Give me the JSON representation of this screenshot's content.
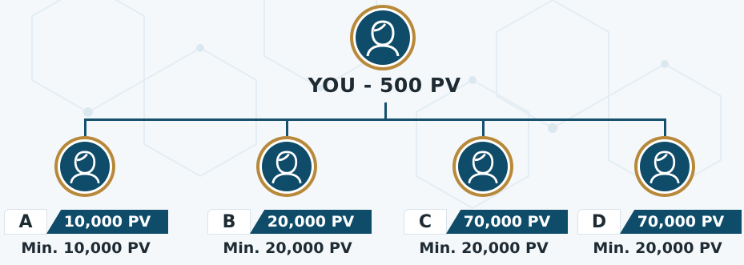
{
  "root": {
    "label": "YOU - 500 PV",
    "icon": "person-avatar-icon"
  },
  "children": [
    {
      "letter": "A",
      "pv": "10,000 PV",
      "min": "Min. 10,000 PV",
      "icon": "person-avatar-icon"
    },
    {
      "letter": "B",
      "pv": "20,000 PV",
      "min": "Min. 20,000 PV",
      "icon": "person-avatar-icon"
    },
    {
      "letter": "C",
      "pv": "70,000 PV",
      "min": "Min. 20,000 PV",
      "icon": "person-avatar-icon"
    },
    {
      "letter": "D",
      "pv": "70,000 PV",
      "min": "Min. 20,000 PV",
      "icon": "person-avatar-icon"
    }
  ],
  "colors": {
    "navy": "#0f4c6a",
    "gold": "#b8893a",
    "text": "#1f2b33",
    "background": "#f4f8fb"
  }
}
